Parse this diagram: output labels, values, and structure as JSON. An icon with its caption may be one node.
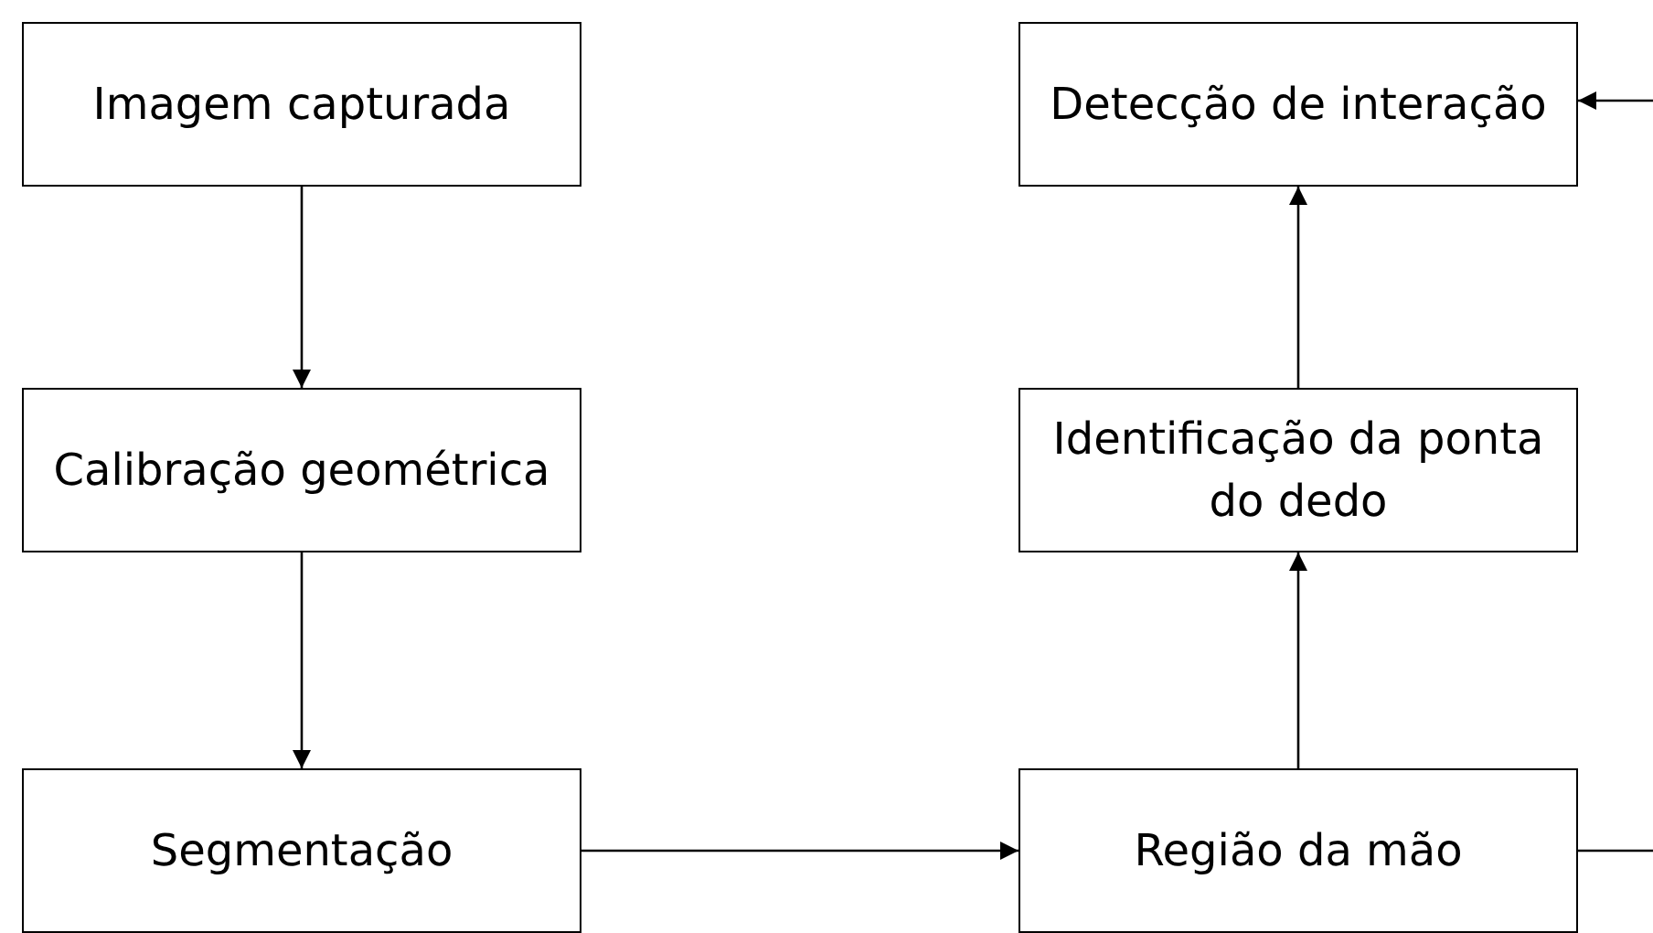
{
  "diagram": {
    "nodes": [
      {
        "text": [
          "Imagem capturada"
        ]
      },
      {
        "text": [
          "Detecção de interação"
        ]
      },
      {
        "text": [
          "Calibração geométrica"
        ]
      },
      {
        "text": [
          "Identificação da ponta do dedo"
        ]
      },
      {
        "text": [
          "Segmentação"
        ]
      },
      {
        "text": [
          "Região da mão"
        ]
      }
    ],
    "edges": [
      {
        "from": 0,
        "to": 2,
        "arrow": "to"
      },
      {
        "from": 2,
        "to": 4,
        "arrow": "to"
      },
      {
        "from": 4,
        "to": 5,
        "arrow": "to"
      },
      {
        "from": 5,
        "to": 3,
        "arrow": "to"
      },
      {
        "from": 3,
        "to": 1,
        "arrow": "to"
      },
      {
        "from": 5,
        "to": null,
        "arrow": "none"
      },
      {
        "from": null,
        "to": 1,
        "arrow": "to"
      }
    ]
  }
}
